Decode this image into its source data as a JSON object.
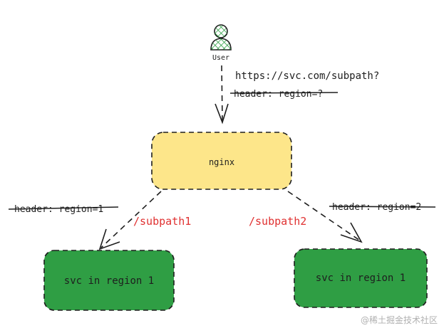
{
  "user": {
    "label": "User",
    "icon": "user-icon"
  },
  "request": {
    "url": "https://svc.com/subpath?",
    "header_struck": "header: region=?"
  },
  "gateway": {
    "label": "nginx",
    "fill": "#fde68a"
  },
  "routes": {
    "left": {
      "header_struck": "header: region=1",
      "path": "/subpath1"
    },
    "right": {
      "header_struck": "header: region=2",
      "path": "/subpath2"
    }
  },
  "services": {
    "left": {
      "label": "svc in region 1"
    },
    "right": {
      "label": "svc in region 1"
    },
    "fill": "#2f9e44"
  },
  "watermark": "@稀土掘金技术社区",
  "colors": {
    "stroke": "#1e1e1e",
    "path_label": "#e03131",
    "watermark": "#b0b0b0"
  }
}
